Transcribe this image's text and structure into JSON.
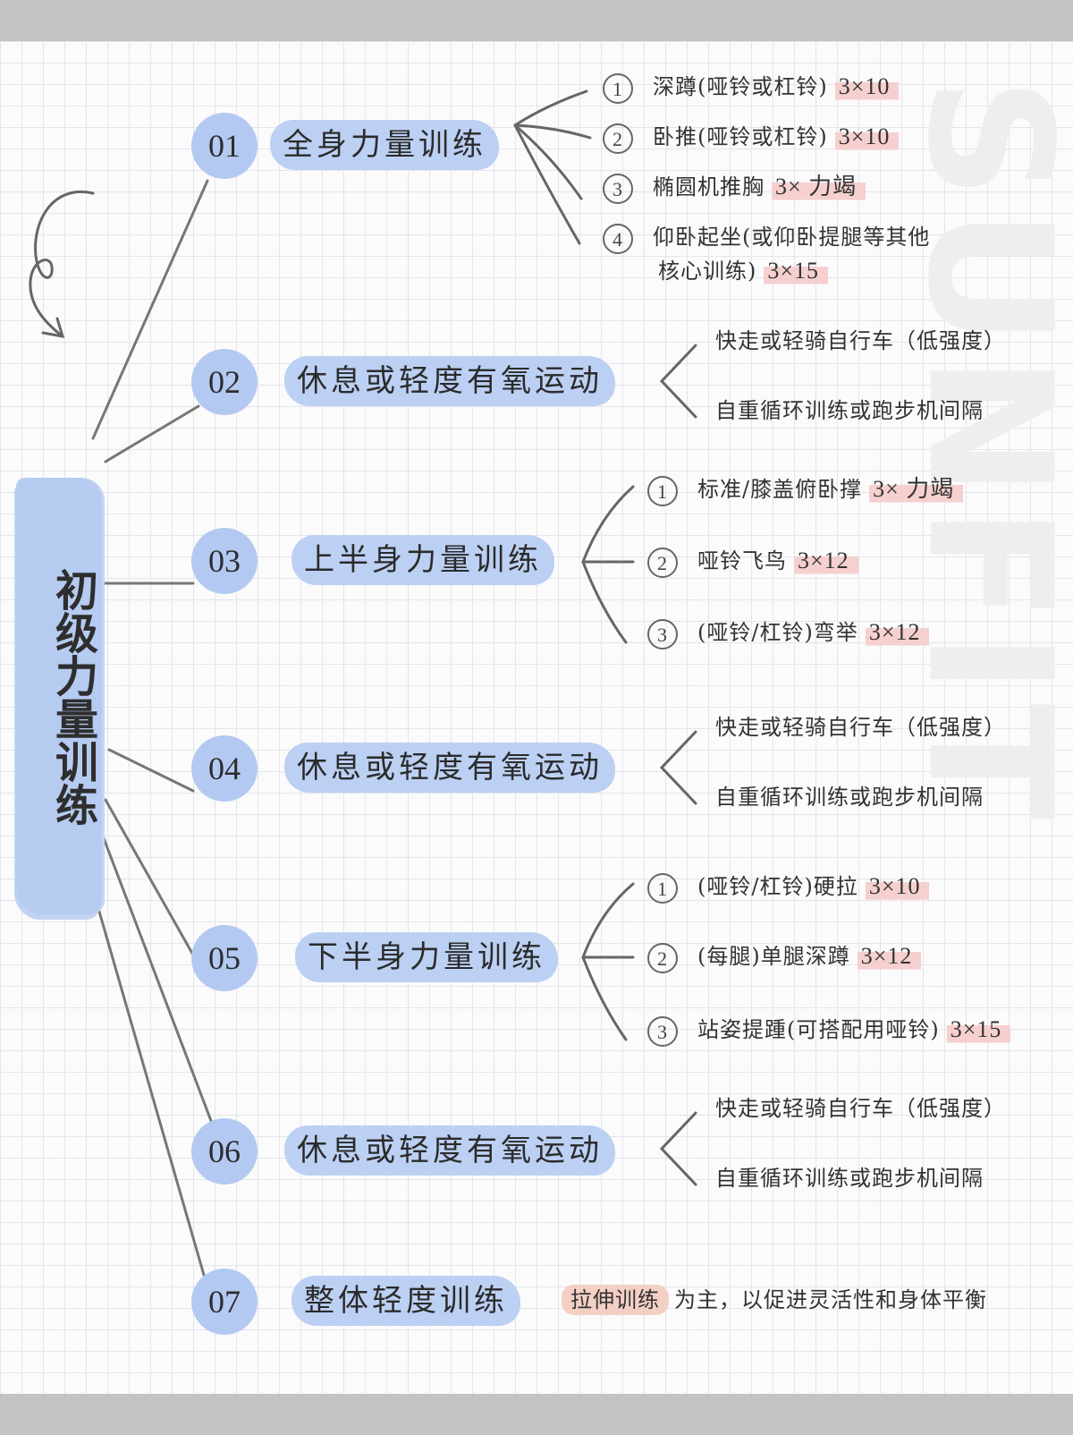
{
  "root": {
    "title": "初级力量训练"
  },
  "watermark": "SUNFIT",
  "days": [
    {
      "num": "01",
      "label": "全身力量训练",
      "items": [
        {
          "idx": "1",
          "text": "深蹲(哑铃或杠铃)",
          "sets": "3×10"
        },
        {
          "idx": "2",
          "text": "卧推(哑铃或杠铃)",
          "sets": "3×10"
        },
        {
          "idx": "3",
          "text": "椭圆机推胸",
          "sets": "3× 力竭"
        },
        {
          "idx": "4",
          "text": "仰卧起坐(或仰卧提腿等其他",
          "text2": "核心训练)",
          "sets": "3×15"
        }
      ]
    },
    {
      "num": "02",
      "label": "休息或轻度有氧运动",
      "items": [
        {
          "text": "快走或轻骑自行车（低强度）"
        },
        {
          "text": "自重循环训练或跑步机间隔"
        }
      ]
    },
    {
      "num": "03",
      "label": "上半身力量训练",
      "items": [
        {
          "idx": "1",
          "text": "标准/膝盖俯卧撑",
          "sets": "3× 力竭"
        },
        {
          "idx": "2",
          "text": "哑铃飞鸟",
          "sets": "3×12"
        },
        {
          "idx": "3",
          "text": "(哑铃/杠铃)弯举",
          "sets": "3×12"
        }
      ]
    },
    {
      "num": "04",
      "label": "休息或轻度有氧运动",
      "items": [
        {
          "text": "快走或轻骑自行车（低强度）"
        },
        {
          "text": "自重循环训练或跑步机间隔"
        }
      ]
    },
    {
      "num": "05",
      "label": "下半身力量训练",
      "items": [
        {
          "idx": "1",
          "text": "(哑铃/杠铃)硬拉",
          "sets": "3×10"
        },
        {
          "idx": "2",
          "text": "(每腿)单腿深蹲",
          "sets": "3×12"
        },
        {
          "idx": "3",
          "text": "站姿提踵(可搭配用哑铃)",
          "sets": "3×15"
        }
      ]
    },
    {
      "num": "06",
      "label": "休息或轻度有氧运动",
      "items": [
        {
          "text": "快走或轻骑自行车（低强度）"
        },
        {
          "text": "自重循环训练或跑步机间隔"
        }
      ]
    },
    {
      "num": "07",
      "label": "整体轻度训练",
      "note": {
        "highlight": "拉伸训练",
        "rest": "为主，以促进灵活性和身体平衡"
      }
    }
  ]
}
